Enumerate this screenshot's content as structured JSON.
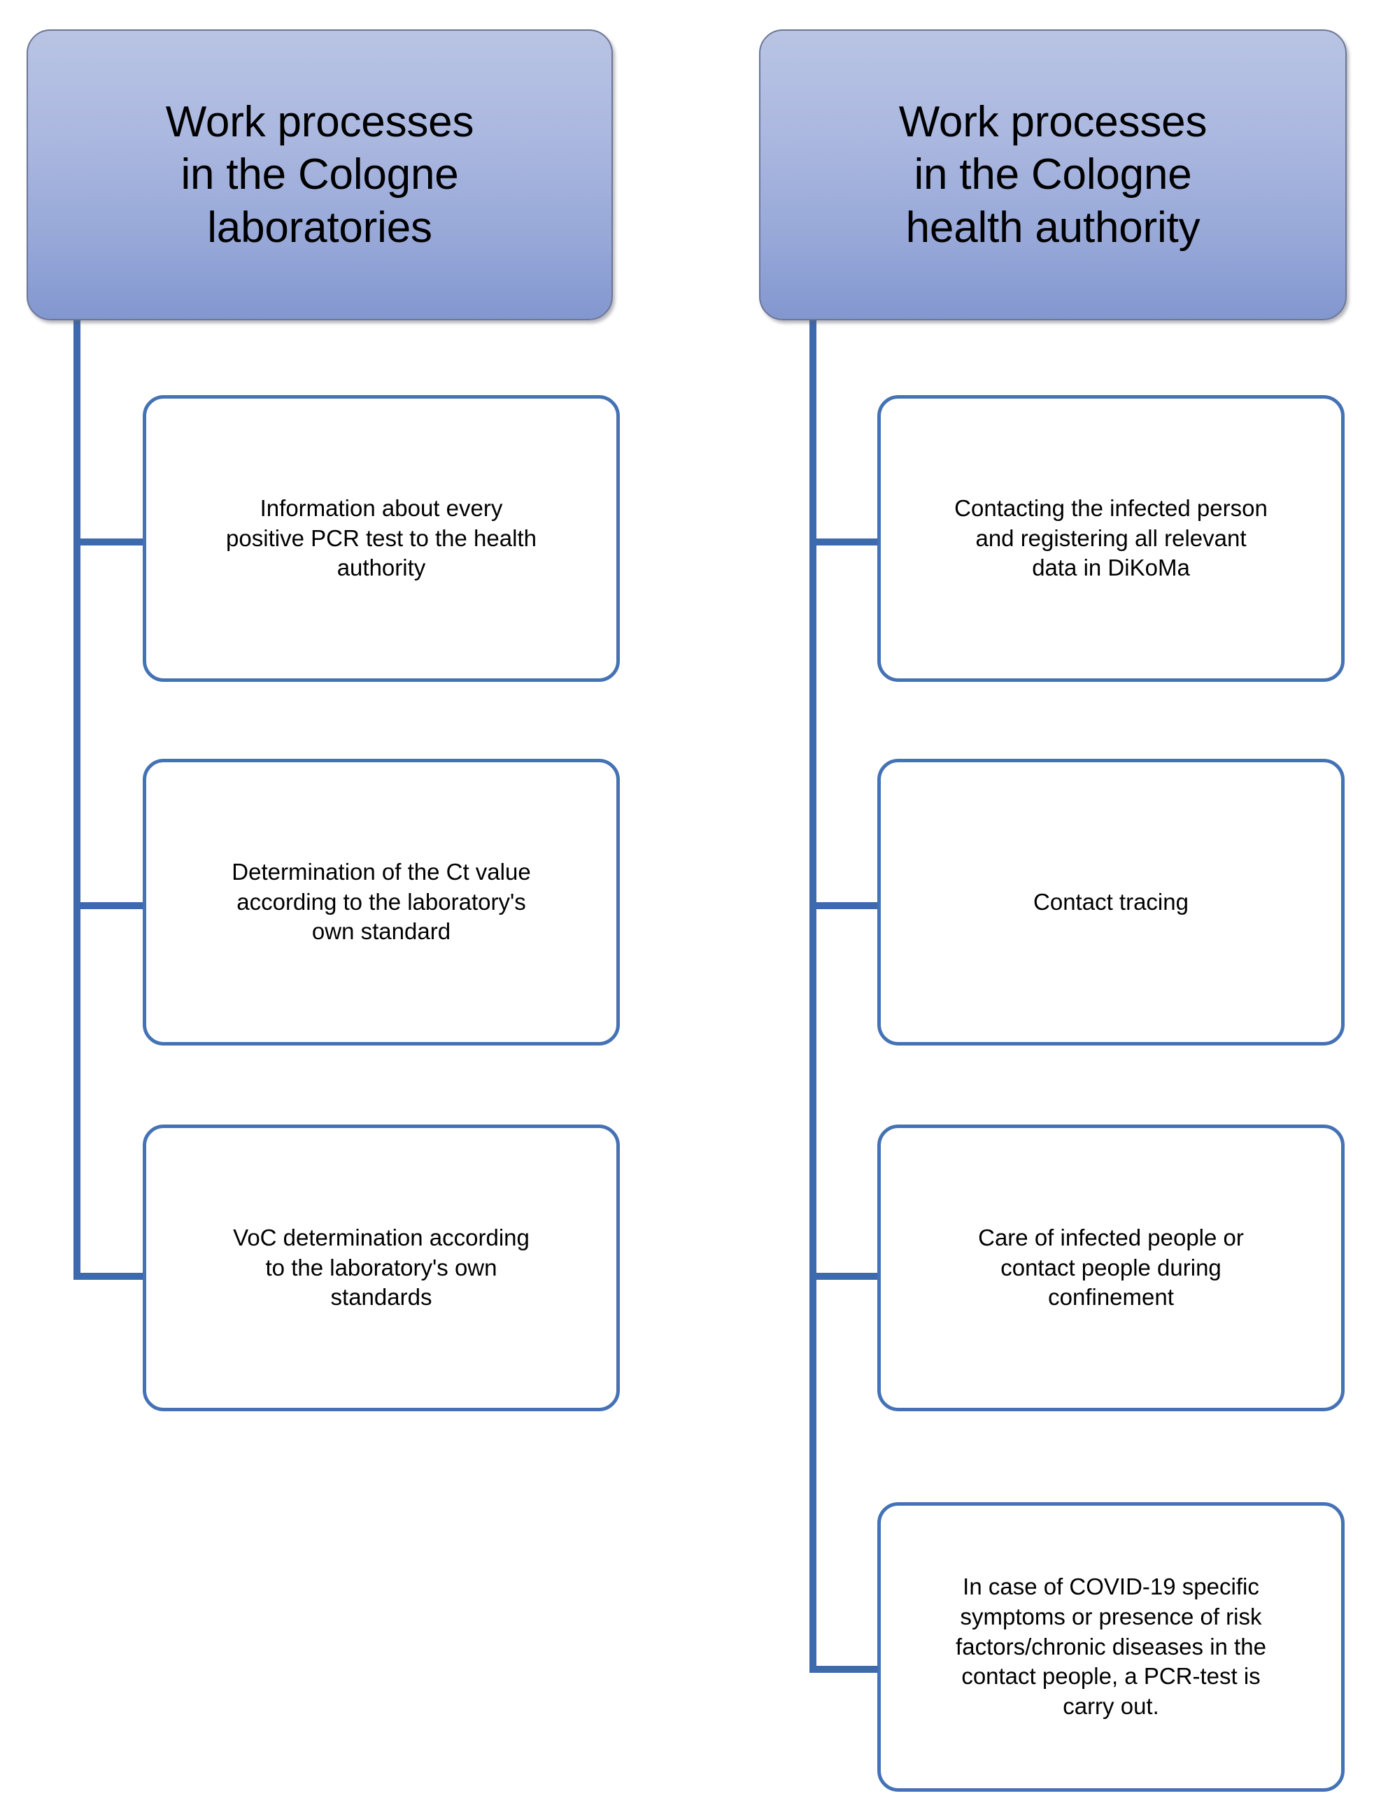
{
  "diagram": {
    "title_left": "Work processes in the Cologne laboratories",
    "title_right": "Work processes in the Cologne health authority",
    "columns": [
      {
        "id": "laboratories",
        "header": "Work processes\nin the Cologne\nlaboratories",
        "steps": [
          {
            "label": "Information about every\npositive PCR test to the health\nauthority"
          },
          {
            "label": "Determination of the Ct value\naccording to the laboratory's\nown standard"
          },
          {
            "label": "VoC determination according\nto the laboratory's own\nstandards"
          }
        ]
      },
      {
        "id": "health-authority",
        "header": "Work processes\nin the Cologne\nhealth authority",
        "steps": [
          {
            "label": "Contacting the infected person\nand registering all relevant\ndata in DiKoMa"
          },
          {
            "label": "Contact tracing"
          },
          {
            "label": "Care of infected people or\ncontact people during\nconfinement"
          },
          {
            "label": "In case of COVID-19 specific\nsymptoms or presence of risk\nfactors/chronic diseases  in the\ncontact people, a PCR-test is\ncarry out."
          }
        ]
      }
    ],
    "colors": {
      "header_fill_top": "#b9c4e4",
      "header_fill_bottom": "#8397d0",
      "header_border": "#6d7695",
      "box_border": "#4472b4",
      "box_fill": "#ffffff",
      "connector": "#3d69ad",
      "text": "#000000"
    }
  }
}
